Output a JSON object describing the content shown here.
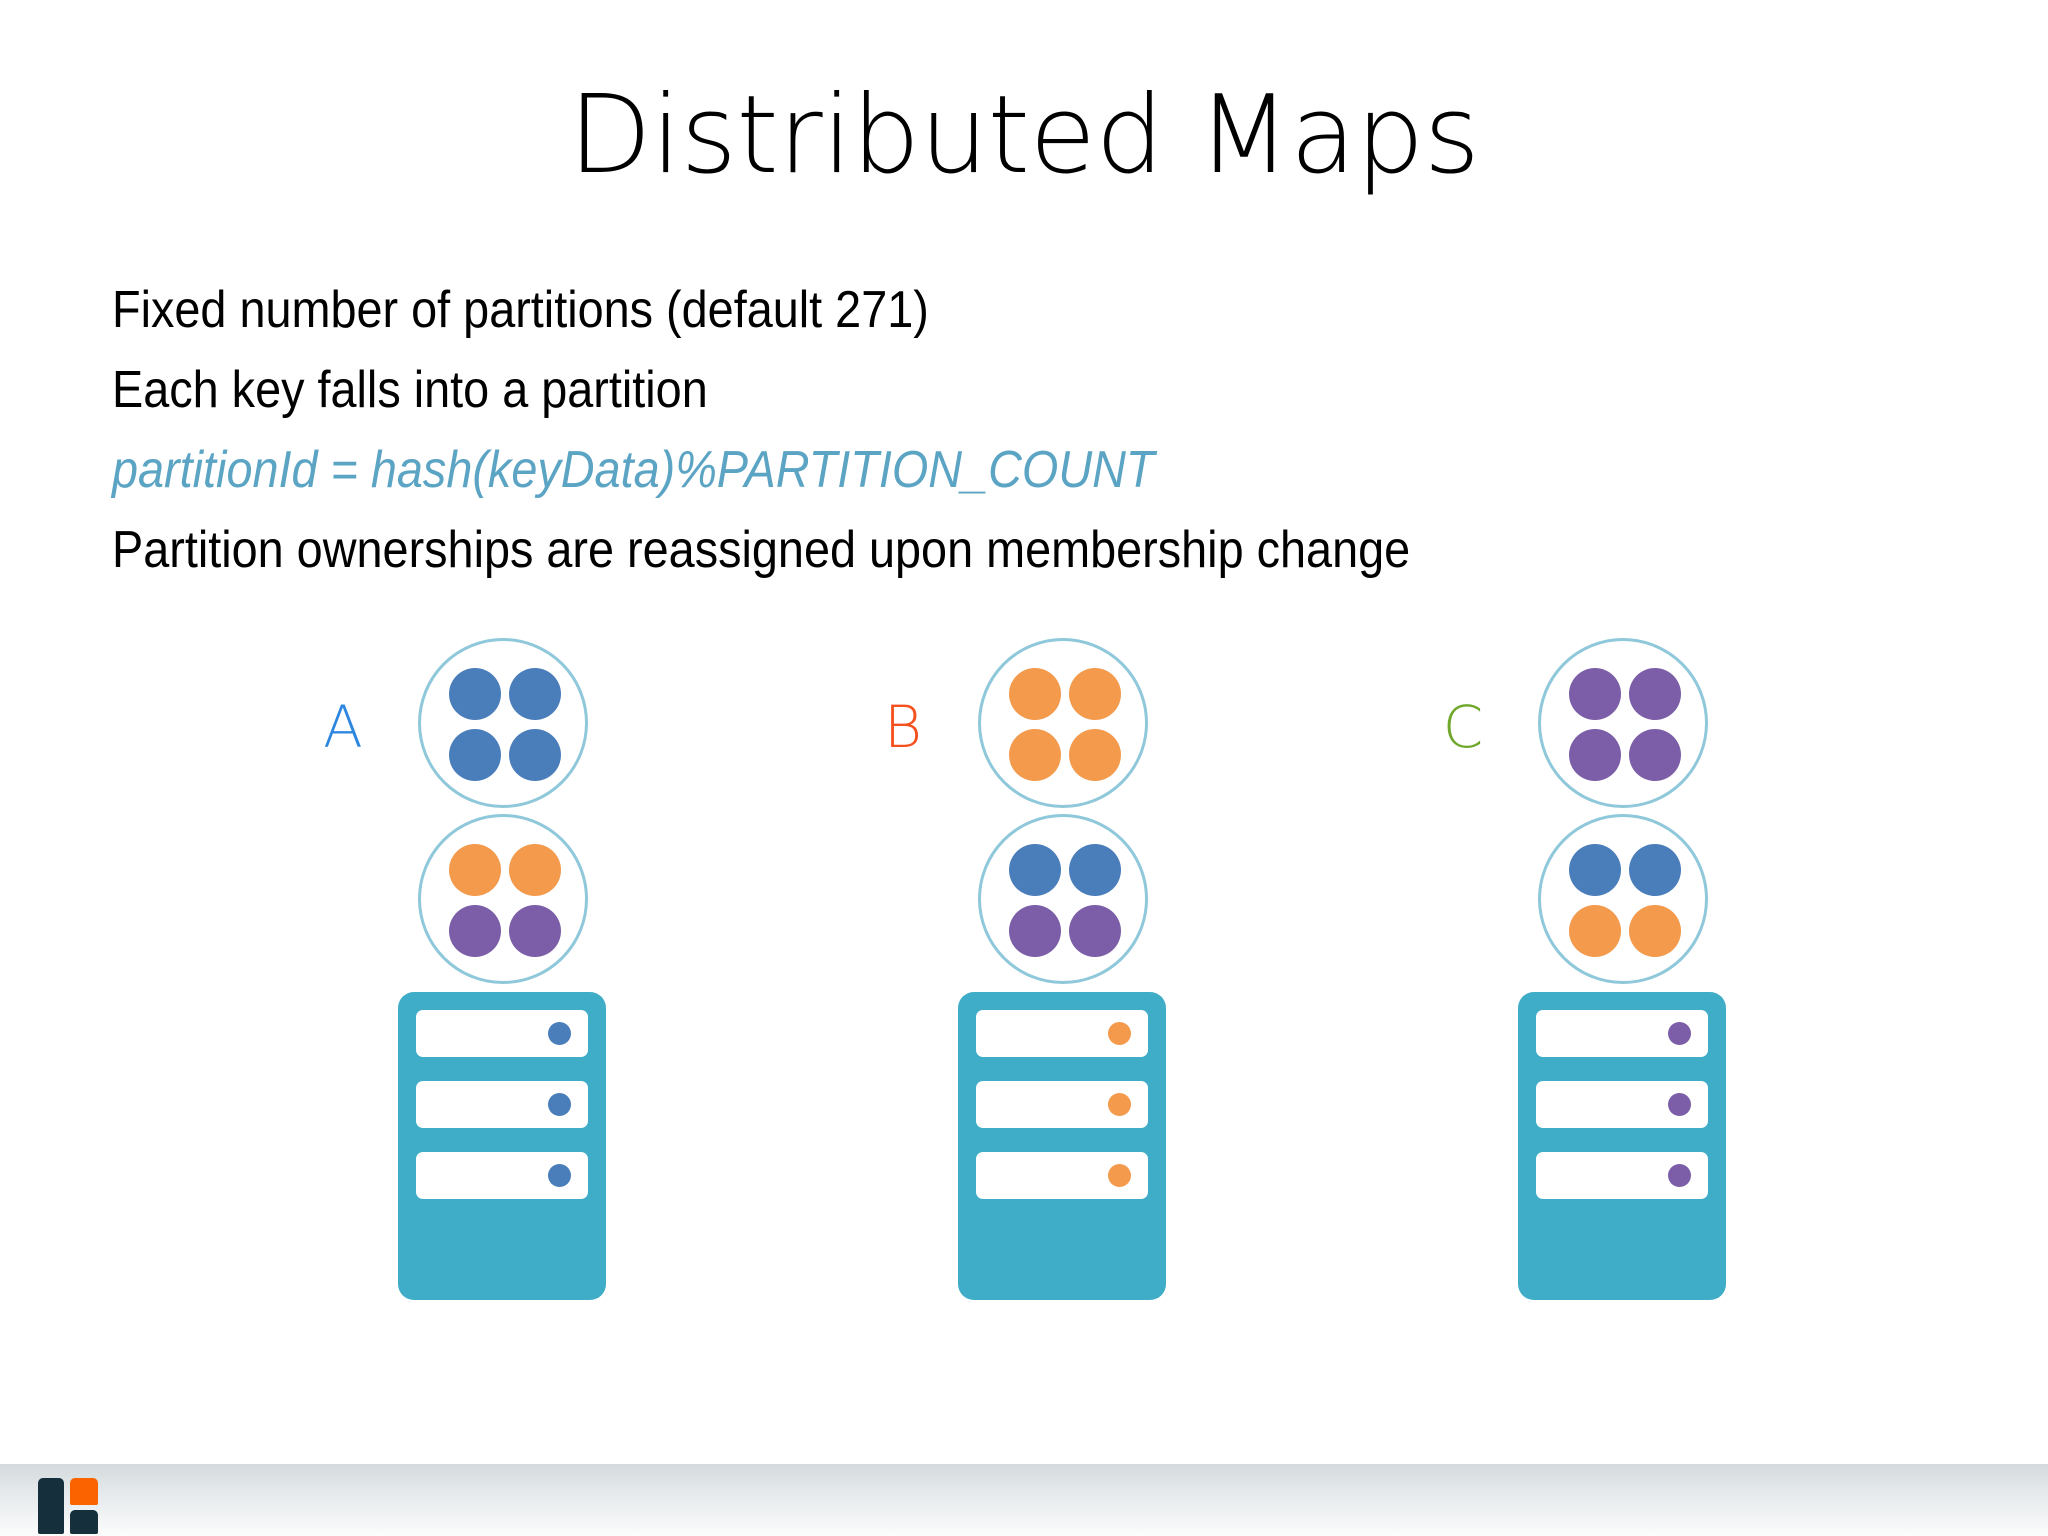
{
  "slide": {
    "title": "Distributed Maps",
    "background": "#ffffff",
    "body_lines": [
      {
        "text": "Fixed number of partitions (default 271)",
        "style": "plain",
        "color": "#000000"
      },
      {
        "text": "Each key falls into a partition",
        "style": "plain",
        "color": "#000000"
      },
      {
        "text": "partitionId = hash(keyData)%PARTITION_COUNT",
        "style": "italic-code",
        "color": "#5BA4C4"
      },
      {
        "text": "Partition ownerships are reassigned upon membership change",
        "style": "plain",
        "color": "#000000"
      }
    ]
  },
  "palette": {
    "blue": "#4A7EBB",
    "orange": "#F39A4C",
    "purple": "#7B5EA7",
    "teal_rack": "#3FACC8",
    "circle_outline": "#8FC8DA",
    "label_a": "#2E86DE",
    "label_b": "#F4511E",
    "label_c": "#6FA72B",
    "code_blue": "#5BA4C4",
    "logo_navy": "#152F3D",
    "logo_orange": "#FB6200"
  },
  "diagram": {
    "nodes": [
      {
        "label": "A",
        "label_color": "#2E86DE",
        "partition_circles": [
          {
            "dots": [
              "blue",
              "blue",
              "blue",
              "blue"
            ]
          },
          {
            "dots": [
              "orange",
              "orange",
              "purple",
              "purple"
            ]
          }
        ],
        "rack": {
          "slot_count": 3,
          "slot_dot_color": "blue",
          "body_color": "#3FACC8"
        }
      },
      {
        "label": "B",
        "label_color": "#F4511E",
        "partition_circles": [
          {
            "dots": [
              "orange",
              "orange",
              "orange",
              "orange"
            ]
          },
          {
            "dots": [
              "blue",
              "blue",
              "purple",
              "purple"
            ]
          }
        ],
        "rack": {
          "slot_count": 3,
          "slot_dot_color": "orange",
          "body_color": "#3FACC8"
        }
      },
      {
        "label": "C",
        "label_color": "#6FA72B",
        "partition_circles": [
          {
            "dots": [
              "purple",
              "purple",
              "purple",
              "purple"
            ]
          },
          {
            "dots": [
              "blue",
              "blue",
              "orange",
              "orange"
            ]
          }
        ],
        "rack": {
          "slot_count": 3,
          "slot_dot_color": "purple",
          "body_color": "#3FACC8"
        }
      }
    ]
  },
  "footer": {
    "logo": "hazelcast-logo-icon",
    "band_color": "#E7EBED"
  }
}
